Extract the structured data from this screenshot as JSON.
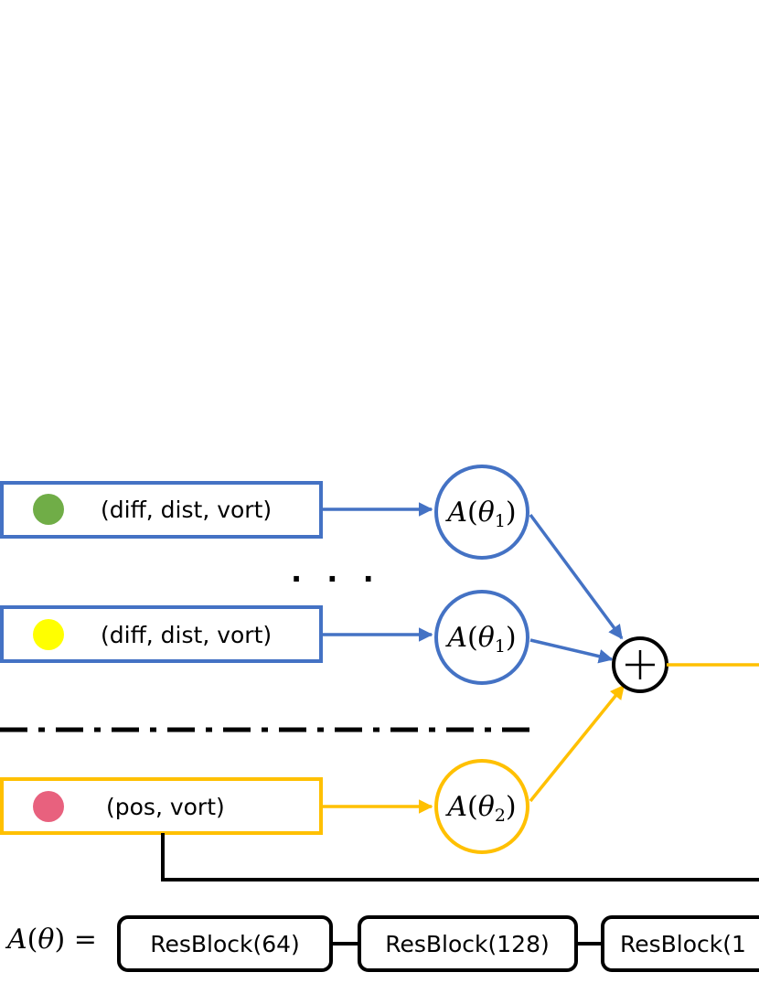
{
  "colors": {
    "blue": "#4472C4",
    "orange": "#FFC000",
    "black": "#000000",
    "dot_green": "#70AD47",
    "dot_yellow": "#FFFF00",
    "dot_pink": "#E8617E"
  },
  "inputs": [
    {
      "label": "(diff, dist, vort)",
      "dot_color": "#70AD47",
      "group": "blue"
    },
    {
      "label": "(diff, dist, vort)",
      "dot_color": "#FFFF00",
      "group": "blue"
    },
    {
      "label": "(pos, vort)",
      "dot_color": "#E8617E",
      "group": "orange"
    }
  ],
  "ellipsis": ". . .",
  "nodes": [
    {
      "fn": "A",
      "arg": "θ",
      "sub": "1"
    },
    {
      "fn": "A",
      "arg": "θ",
      "sub": "1"
    },
    {
      "fn": "A",
      "arg": "θ",
      "sub": "2"
    }
  ],
  "sum_symbol": "plus-circle-icon",
  "definition": {
    "lhs_fn": "A",
    "lhs_arg": "θ",
    "equals": "=",
    "blocks": [
      "ResBlock(64)",
      "ResBlock(128)",
      "ResBlock(1"
    ]
  }
}
